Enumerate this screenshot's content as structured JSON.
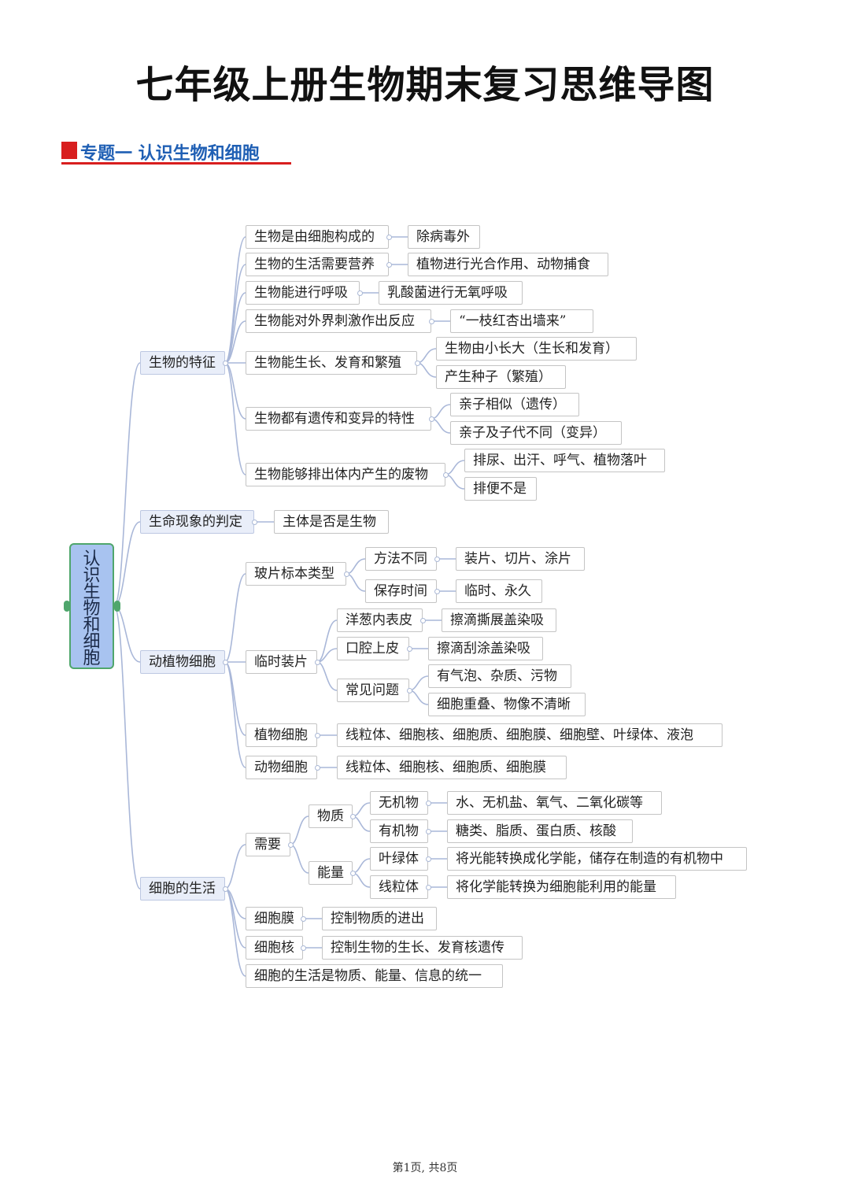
{
  "title": "七年级上册生物期末复习思维导图",
  "section": "专题一  认识生物和细胞",
  "colors": {
    "accent_red": "#d81e1e",
    "heading_blue": "#1f5fb4",
    "root_fill": "#a8c3f0",
    "root_border": "#4fa66c",
    "branch_fill": "#e9eef9",
    "link": "#a9b7d8"
  },
  "root": "认识生物和细胞",
  "branches": {
    "features": {
      "label": "生物的特征",
      "items": [
        {
          "label": "生物是由细胞构成的",
          "children": [
            "除病毒外"
          ]
        },
        {
          "label": "生物的生活需要营养",
          "children": [
            "植物进行光合作用、动物捕食"
          ]
        },
        {
          "label": "生物能进行呼吸",
          "children": [
            "乳酸菌进行无氧呼吸"
          ]
        },
        {
          "label": "生物能对外界刺激作出反应",
          "children": [
            "“一枝红杏出墙来”"
          ]
        },
        {
          "label": "生物能生长、发育和繁殖",
          "children": [
            "生物由小长大（生长和发育）",
            "产生种子（繁殖）"
          ]
        },
        {
          "label": "生物都有遗传和变异的特性",
          "children": [
            "亲子相似（遗传）",
            "亲子及子代不同（变异）"
          ]
        },
        {
          "label": "生物能够排出体内产生的废物",
          "children": [
            "排尿、出汗、呼气、植物落叶",
            "排便不是"
          ]
        }
      ]
    },
    "judge": {
      "label": "生命现象的判定",
      "child": "主体是否是生物"
    },
    "cells": {
      "label": "动植物细胞",
      "slide": {
        "label": "玻片标本类型",
        "method": "方法不同",
        "method_value": "装片、切片、涂片",
        "keep": "保存时间",
        "keep_value": "临时、永久"
      },
      "temp": {
        "label": "临时装片",
        "onion": "洋葱内表皮",
        "onion_value": "擦滴撕展盖染吸",
        "mouth": "口腔上皮",
        "mouth_value": "擦滴刮涂盖染吸",
        "problem": "常见问题",
        "problem_1": "有气泡、杂质、污物",
        "problem_2": "细胞重叠、物像不清晰"
      },
      "plant": {
        "label": "植物细胞",
        "value": "线粒体、细胞核、细胞质、细胞膜、细胞壁、叶绿体、液泡"
      },
      "animal": {
        "label": "动物细胞",
        "value": "线粒体、细胞核、细胞质、细胞膜"
      }
    },
    "life": {
      "label": "细胞的生活",
      "need": "需要",
      "matter": "物质",
      "inorganic": "无机物",
      "inorganic_value": "水、无机盐、氧气、二氧化碳等",
      "organic": "有机物",
      "organic_value": "糖类、脂质、蛋白质、核酸",
      "energy": "能量",
      "chloroplast": "叶绿体",
      "chloroplast_value": "将光能转换成化学能，储存在制造的有机物中",
      "mitochondria": "线粒体",
      "mitochondria_value": "将化学能转换为细胞能利用的能量",
      "membrane": "细胞膜",
      "membrane_value": "控制物质的进出",
      "nucleus": "细胞核",
      "nucleus_value": "控制生物的生长、发育核遗传",
      "unity": "细胞的生活是物质、能量、信息的统一"
    }
  },
  "footer": "第1页, 共8页"
}
